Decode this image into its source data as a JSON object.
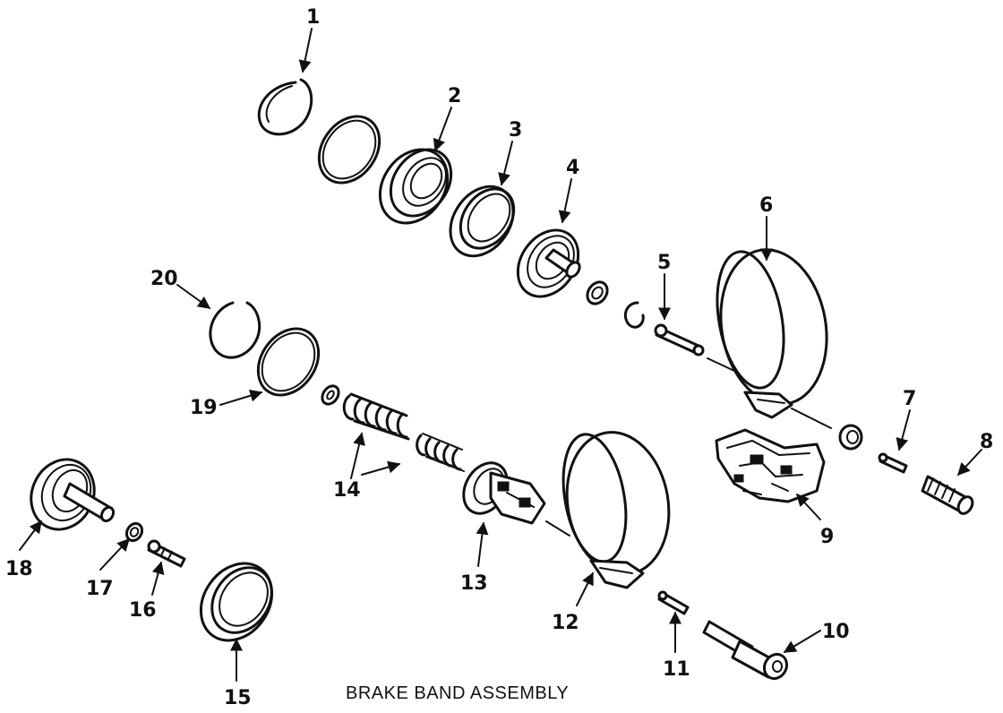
{
  "caption": "BRAKE BAND ASSEMBLY",
  "callouts": {
    "n1": "1",
    "n2": "2",
    "n3": "3",
    "n4": "4",
    "n5": "5",
    "n6": "6",
    "n7": "7",
    "n8": "8",
    "n9": "9",
    "n10": "10",
    "n11": "11",
    "n12": "12",
    "n13": "13",
    "n14": "14",
    "n15": "15",
    "n16": "16",
    "n17": "17",
    "n18": "18",
    "n19": "19",
    "n20": "20"
  }
}
